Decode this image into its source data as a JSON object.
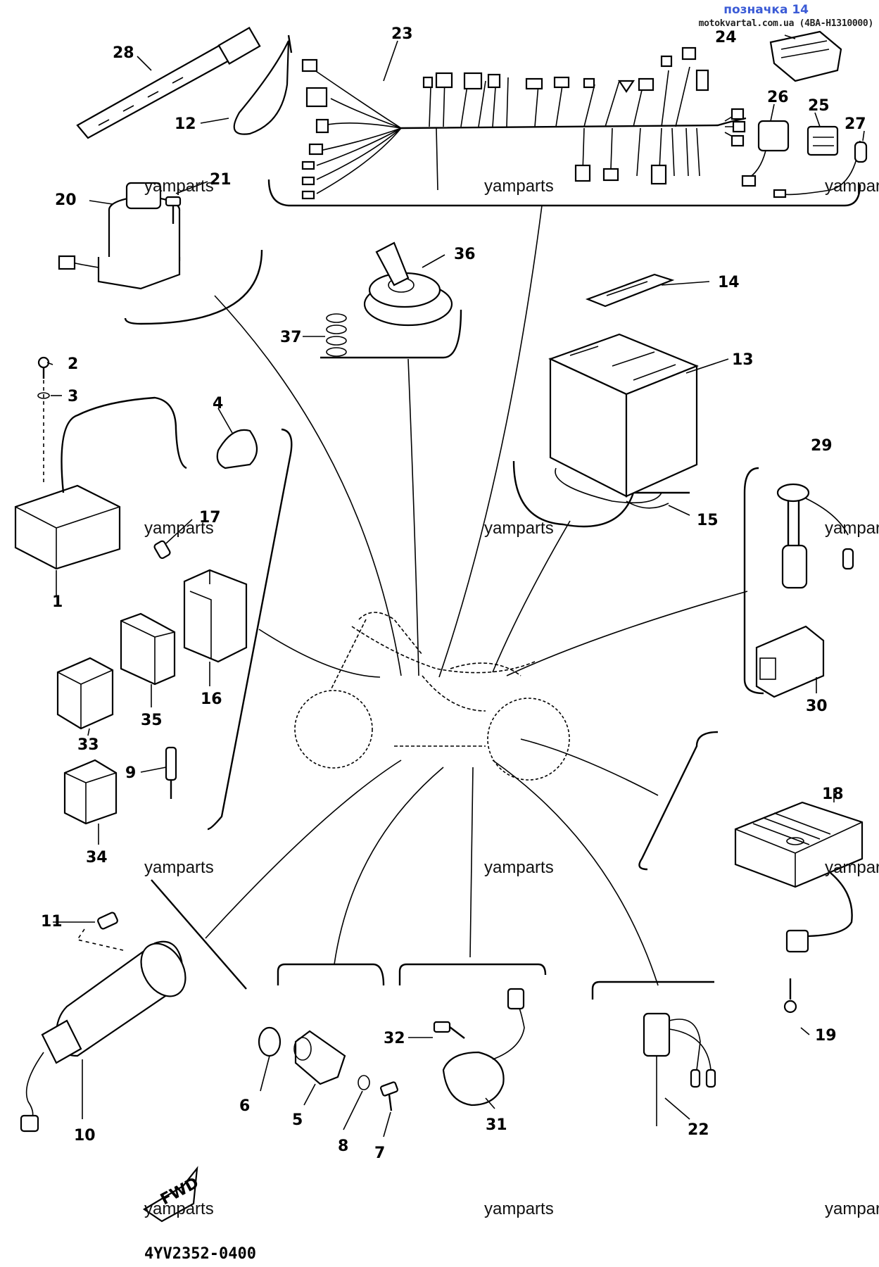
{
  "header": {
    "page_link": "позначка 14",
    "source": "motokvartal.com.ua (4BA-H1310000)"
  },
  "watermark": "yamparts",
  "diagram_code": "4YV2352-0400",
  "fwd_label": "FWD",
  "part_numbers": [
    "1",
    "2",
    "3",
    "4",
    "5",
    "6",
    "7",
    "8",
    "9",
    "10",
    "11",
    "12",
    "13",
    "14",
    "15",
    "16",
    "17",
    "18",
    "19",
    "20",
    "21",
    "22",
    "23",
    "24",
    "25",
    "26",
    "27",
    "28",
    "29",
    "30",
    "31",
    "32",
    "33",
    "34",
    "35",
    "36",
    "37"
  ]
}
